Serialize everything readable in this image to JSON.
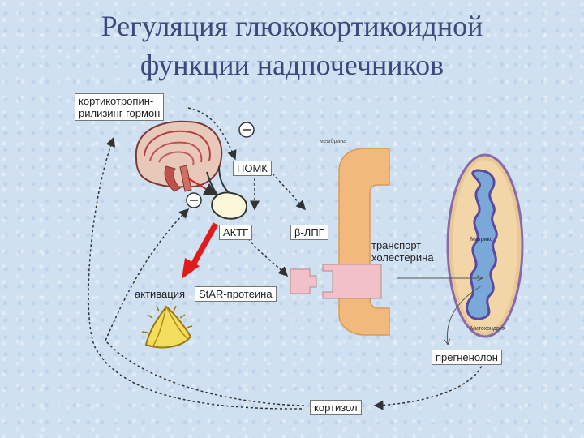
{
  "title": {
    "line1": "Регуляция глюкокортикоидной",
    "line2": "функции надпочечников"
  },
  "labels": {
    "crh_line1": "кортикотропин-",
    "crh_line2": "рилизинг гормон",
    "pomc": "ПОМК",
    "acth": "АКТГ",
    "beta_lph": "β-ЛПГ",
    "activation": "активация",
    "star": "StAR-протеина",
    "transport_line1": "транспорт",
    "transport_line2": "холестерина",
    "pregnenolone": "прегненолон",
    "cortisol": "кортизол",
    "membrane": "мембрана",
    "matrix": "Матрикс",
    "mitochondrion": "Митохондрия",
    "minus": "⊖"
  }
}
